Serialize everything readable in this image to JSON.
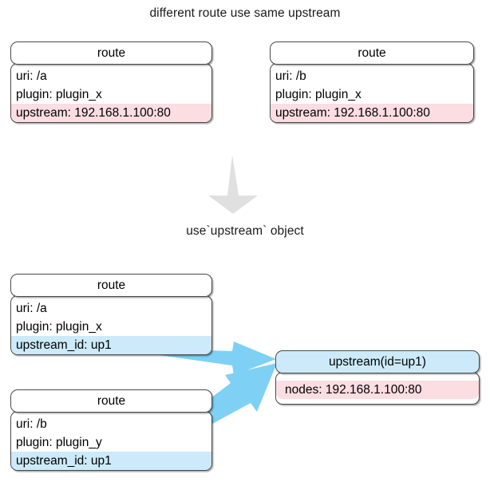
{
  "diagram": {
    "title_top": "different route use same upstream",
    "title_middle": "use`upstream` object",
    "colors": {
      "highlight_pink": "#fbdde2",
      "highlight_blue": "#cceaf9",
      "arrow_blue": "#7fd0f5",
      "arrow_gray": "#e0e0e0",
      "border": "#4a4a4a"
    }
  },
  "boxes": {
    "route_top_left": {
      "header": "route",
      "rows": [
        {
          "text": "uri: /a",
          "highlight": "none"
        },
        {
          "text": "plugin: plugin_x",
          "highlight": "none"
        },
        {
          "text": "upstream: 192.168.1.100:80",
          "highlight": "pink"
        }
      ]
    },
    "route_top_right": {
      "header": "route",
      "rows": [
        {
          "text": "uri: /b",
          "highlight": "none"
        },
        {
          "text": "plugin: plugin_x",
          "highlight": "none"
        },
        {
          "text": "upstream: 192.168.1.100:80",
          "highlight": "pink"
        }
      ]
    },
    "route_bottom_left": {
      "header": "route",
      "rows": [
        {
          "text": "uri: /a",
          "highlight": "none"
        },
        {
          "text": "plugin: plugin_x",
          "highlight": "none"
        },
        {
          "text": "upstream_id: up1",
          "highlight": "blue"
        }
      ]
    },
    "route_bottom_left2": {
      "header": "route",
      "rows": [
        {
          "text": "uri: /b",
          "highlight": "none"
        },
        {
          "text": "plugin: plugin_y",
          "highlight": "none"
        },
        {
          "text": "upstream_id: up1",
          "highlight": "blue"
        }
      ]
    },
    "upstream_object": {
      "header": "upstream(id=up1)",
      "rows": [
        {
          "text": "nodes: 192.168.1.100:80",
          "highlight": "pink"
        }
      ]
    }
  },
  "arrows": {
    "transform_arrow": "down-arrow-icon",
    "link_arrow_1": "reference-arrow-icon",
    "link_arrow_2": "reference-arrow-icon"
  }
}
